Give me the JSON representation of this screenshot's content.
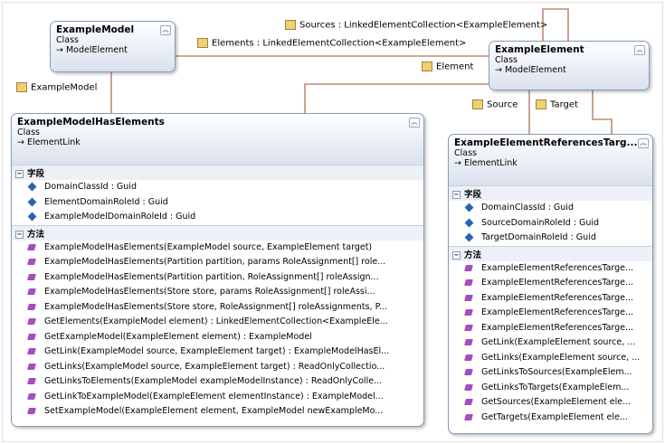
{
  "example_model": {
    "title": "ExampleModel",
    "kind": "Class",
    "base": "→ ModelElement"
  },
  "example_element": {
    "title": "ExampleElement",
    "kind": "Class",
    "base": "→ ModelElement"
  },
  "has_elements": {
    "title": "ExampleModelHasElements",
    "kind": "Class",
    "base": "→ ElementLink",
    "fields_label": "字段",
    "methods_label": "方法",
    "fields": [
      "DomainClassId : Guid",
      "ElementDomainRoleId : Guid",
      "ExampleModelDomainRoleId : Guid"
    ],
    "methods": [
      "ExampleModelHasElements(ExampleModel source, ExampleElement target)",
      "ExampleModelHasElements(Partition partition, params RoleAssignment[] role...",
      "ExampleModelHasElements(Partition partition, RoleAssignment[] roleAssign...",
      "ExampleModelHasElements(Store store, params RoleAssignment[] roleAssi...",
      "ExampleModelHasElements(Store store, RoleAssignment[] roleAssignments, P...",
      "GetElements(ExampleModel element) : LinkedElementCollection<ExampleEle...",
      "GetExampleModel(ExampleElement element) : ExampleModel",
      "GetLink(ExampleModel source, ExampleElement target) : ExampleModelHasEl...",
      "GetLinks(ExampleModel source, ExampleElement target) : ReadOnlyCollectio...",
      "GetLinksToElements(ExampleModel exampleModelInstance) : ReadOnlyColle...",
      "GetLinkToExampleModel(ExampleElement elementInstance) : ExampleModel...",
      "SetExampleModel(ExampleElement element, ExampleModel newExampleMo..."
    ]
  },
  "references_targets": {
    "title": "ExampleElementReferencesTarg...",
    "kind": "Class",
    "base": "→ ElementLink",
    "fields_label": "字段",
    "methods_label": "方法",
    "fields": [
      "DomainClassId : Guid",
      "SourceDomainRoleId : Guid",
      "TargetDomainRoleId : Guid"
    ],
    "methods": [
      "ExampleElementReferencesTarge...",
      "ExampleElementReferencesTarge...",
      "ExampleElementReferencesTarge...",
      "ExampleElementReferencesTarge...",
      "ExampleElementReferencesTarge...",
      "GetLink(ExampleElement source, ...",
      "GetLinks(ExampleElement source, ...",
      "GetLinksToSources(ExampleElem...",
      "GetLinksToTargets(ExampleElem...",
      "GetSources(ExampleElement ele...",
      "GetTargets(ExampleElement ele..."
    ]
  },
  "labels": {
    "sources": "Sources : LinkedElementCollection<ExampleElement>",
    "elements": "Elements : LinkedElementCollection<ExampleElement>",
    "element": "Element",
    "example_model": "ExampleModel",
    "source": "Source",
    "target": "Target"
  },
  "colors": {
    "line": "#c08878",
    "border": "#7f9db9",
    "field_icon": "#2a63b8",
    "method_icon": "#a64cc4"
  }
}
